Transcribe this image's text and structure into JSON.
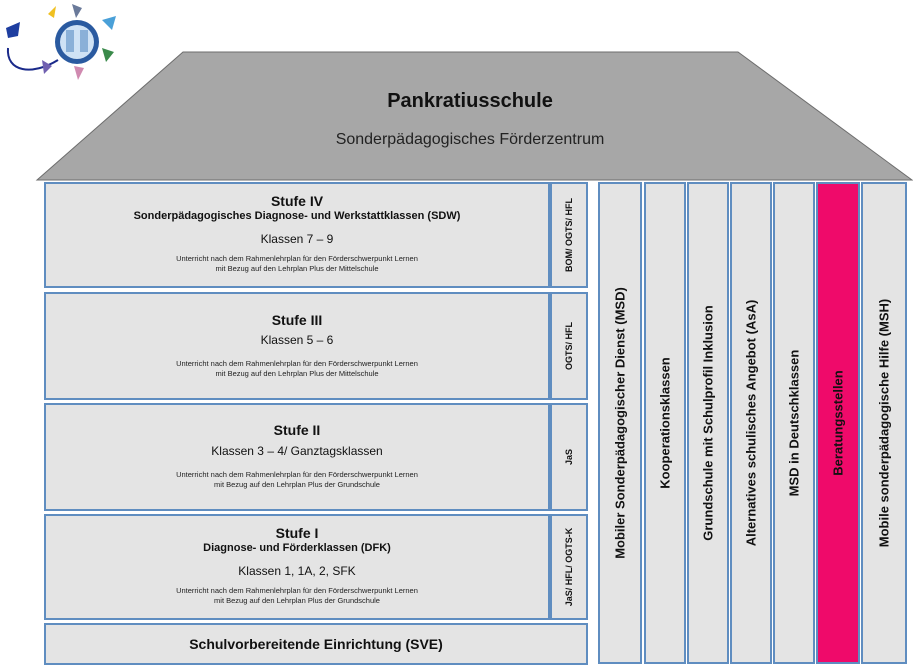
{
  "school": {
    "name": "Pankratiusschule",
    "subtitle": "Sonderpädagogisches Förderzentrum"
  },
  "stufen": [
    {
      "title": "Stufe IV",
      "subtitle": "Sonderpädagogisches Diagnose- und Werkstattklassen (SDW)",
      "klassen": "Klassen 7 – 9",
      "note_line1": "Unterricht nach dem Rahmenlehrplan für den Förderschwerpunkt Lernen",
      "note_line2": "mit Bezug auf den Lehrplan Plus der Mittelschule",
      "side_label": "BOM/ OGTS/ HFL"
    },
    {
      "title": "Stufe III",
      "klassen": "Klassen 5 – 6",
      "note_line1": "Unterricht nach dem Rahmenlehrplan für den Förderschwerpunkt Lernen",
      "note_line2": "mit Bezug auf den Lehrplan Plus der Mittelschule",
      "side_label": "OGTS/ HFL"
    },
    {
      "title": "Stufe II",
      "klassen": "Klassen 3 – 4/ Ganztagsklassen",
      "note_line1": "Unterricht nach dem Rahmenlehrplan für den Förderschwerpunkt Lernen",
      "note_line2": "mit Bezug auf den Lehrplan Plus der Grundschule",
      "side_label": "JaS"
    },
    {
      "title": "Stufe I",
      "subtitle": "Diagnose- und Förderklassen (DFK)",
      "klassen": "Klassen 1, 1A, 2, SFK",
      "note_line1": "Unterricht nach dem Rahmenlehrplan für den Förderschwerpunkt Lernen",
      "note_line2": "mit Bezug auf den Lehrplan Plus der Grundschule",
      "side_label": "JaS/ HFL/ OGTS-K"
    }
  ],
  "sve": "Schulvorbereitende Einrichtung (SVE)",
  "columns": [
    {
      "label": "Mobiler Sonderpädagogischer Dienst (MSD)"
    },
    {
      "label": "Kooperationsklassen"
    },
    {
      "label": "Grundschule mit Schulprofil Inklusion"
    },
    {
      "label": "Alternatives schulisches Angebot (AsA)"
    },
    {
      "label": "MSD in Deutschklassen"
    },
    {
      "label": "Beratungsstellen"
    },
    {
      "label": "Mobile sonderpädagogische Hilfe (MSH)"
    }
  ],
  "colors": {
    "roof": "#a7a7a7",
    "box_fill": "#e4e4e4",
    "border": "#5f8dc0",
    "highlight": "#ef0a6a"
  },
  "icons": [
    "school-logo-icon"
  ]
}
